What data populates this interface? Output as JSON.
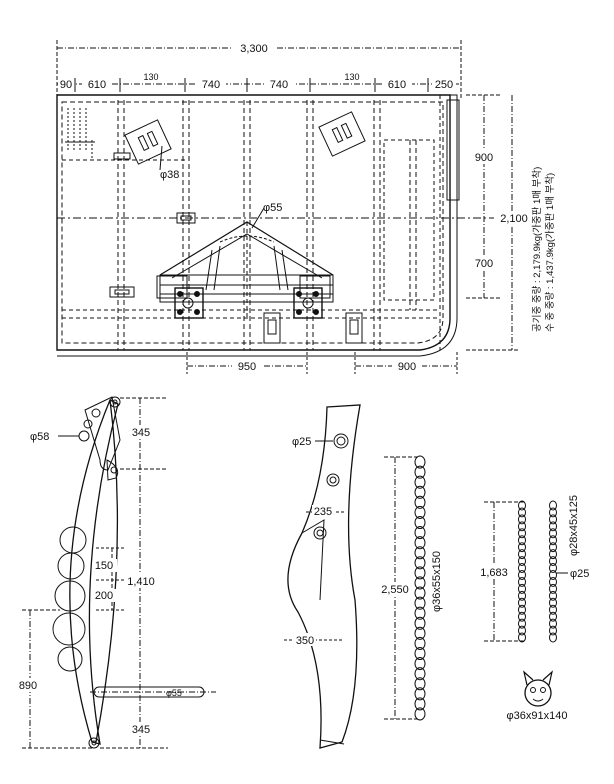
{
  "plan": {
    "dims": {
      "overall_width": "3,300",
      "seg_90": "90",
      "seg_610_left": "610",
      "seg_130_left": "130",
      "seg_740_left": "740",
      "seg_740_right": "740",
      "seg_130_right": "130",
      "seg_610_right": "610",
      "seg_250": "250",
      "v_900": "900",
      "v_700": "700",
      "v_2100": "2,100",
      "h_950": "950",
      "h_900": "900"
    },
    "labels": {
      "phi38": "φ38",
      "phi55": "φ55"
    },
    "notes": {
      "air_weight": "공기중 중량 : 2,179.9kg(가중판 1매 부착)",
      "water_weight": "수 중 중량 : 1,437.9kg(가중판 1매 부착)"
    }
  },
  "arm": {
    "labels": {
      "phi58": "φ58",
      "phi55": "φ55"
    },
    "dims": {
      "top_345": "345",
      "length_1410": "1,410",
      "bottom_345": "345",
      "d_150": "150",
      "d_200": "200",
      "d_890": "890"
    }
  },
  "blade": {
    "labels": {
      "phi25": "φ25"
    },
    "dims": {
      "d_235": "235",
      "d_350": "350"
    }
  },
  "chains": {
    "long": {
      "length": "2,550",
      "spec": "φ36x55x150",
      "links": 26
    },
    "short": {
      "length": "1,683",
      "spec": "φ28x45x125",
      "pin": "φ25",
      "links": 20
    },
    "shackle": {
      "spec": "φ36x91x140"
    }
  }
}
